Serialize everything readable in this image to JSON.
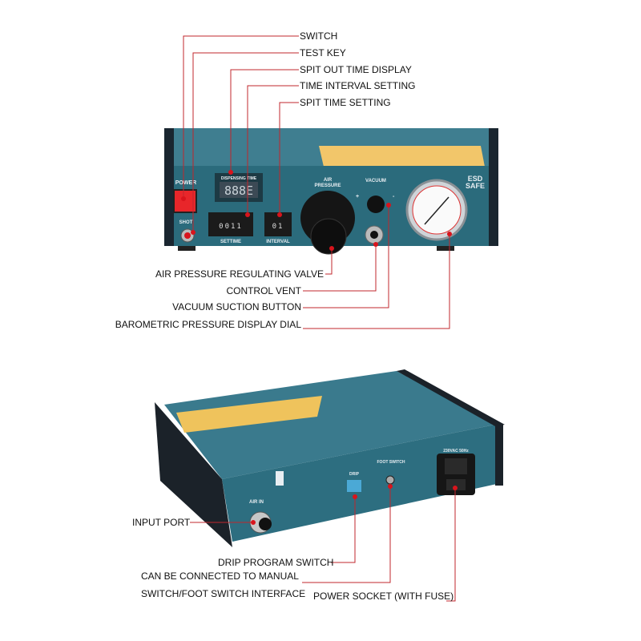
{
  "callouts_top": {
    "switch": "SWITCH",
    "test_key": "TEST KEY",
    "spit_out_time_display": "SPIT OUT TIME DISPLAY",
    "time_interval_setting": "TIME INTERVAL SETTING",
    "spit_time_setting": "SPIT TIME SETTING",
    "air_pressure_valve": "AIR PRESSURE REGULATING VALVE",
    "control_vent": "CONTROL VENT",
    "vacuum_suction_button": "VACUUM SUCTION BUTTON",
    "barometric_dial": "BAROMETRIC PRESSURE DISPLAY DIAL"
  },
  "callouts_bottom": {
    "input_port": "INPUT PORT",
    "drip_switch": "DRIP PROGRAM SWITCH",
    "foot_switch_line1": "CAN BE CONNECTED TO MANUAL",
    "foot_switch_line2": "SWITCH/FOOT SWITCH INTERFACE",
    "power_socket": "POWER SOCKET (WITH FUSE)"
  },
  "front_panel": {
    "power": "POWER",
    "shot": "SHOT",
    "dispensing_time": "DISPENSING TIME",
    "display_value": "888E",
    "settime_digits": "0011",
    "settime": "SETTIME",
    "interval_digits": "01",
    "interval": "INTERVAL",
    "air": "AIR",
    "pressure": "PRESSURE",
    "vacuum": "VACUUM",
    "plus": "+",
    "minus": "-",
    "esd": "ESD",
    "safe": "SAFE"
  },
  "rear_panel": {
    "air_in": "AIR IN",
    "drip": "DRIP",
    "foot_switch": "FOOT SWITCH",
    "voltage": "230VAC 50Hz"
  },
  "colors": {
    "body": "#2e6f80",
    "callout": "#c0272d",
    "power_button": "#e8262a",
    "label_sticker": "#f0c25a"
  }
}
